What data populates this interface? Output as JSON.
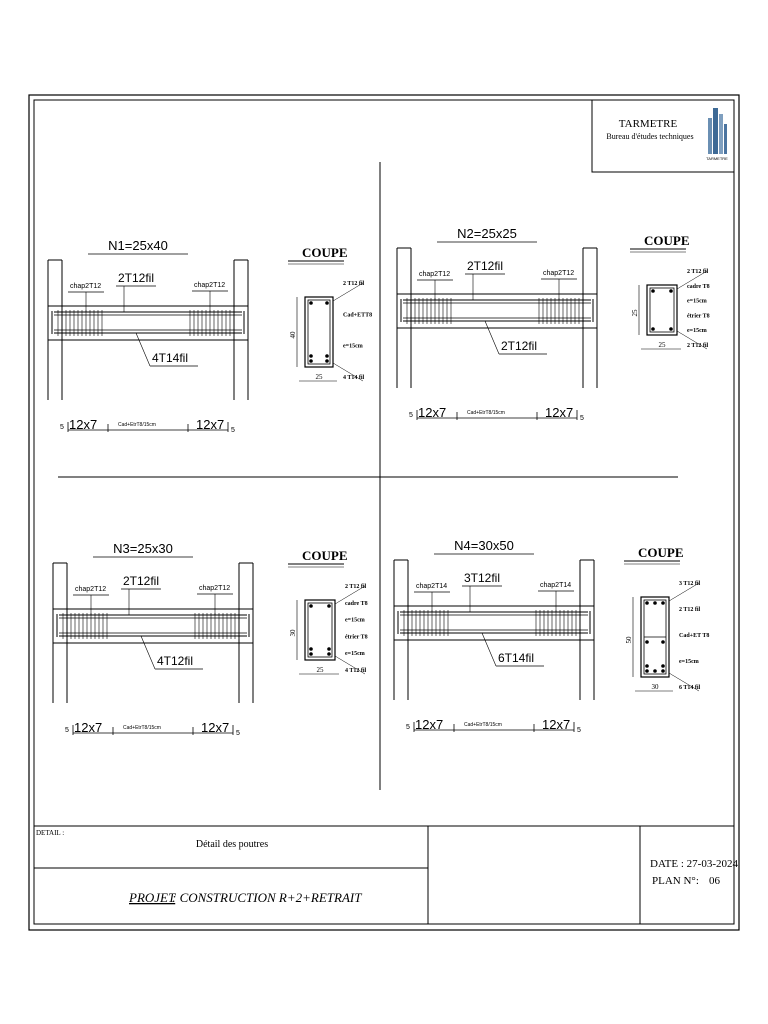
{
  "header": {
    "company": "TARMETRE",
    "subtitle": "Bureau d'études techniques",
    "logo_text": "TARMETRE"
  },
  "beams": [
    {
      "title": "N1=25x40",
      "top_bars": "2T12fil",
      "bottom_bars": "4T14fil",
      "chap_left": "chap2T12",
      "chap_right": "chap2T12",
      "stirrup_left": "12x7",
      "stirrup_right": "12x7",
      "stirrup_mid": "Cad+EtrT8/15cm",
      "edge_left": "5",
      "edge_right": "5",
      "coupe": {
        "title": "COUPE",
        "height": "40",
        "width": "25",
        "labels": [
          "2 T12 fil",
          "Cad+ETT8",
          "e=15cm",
          "4 T14 fil"
        ]
      }
    },
    {
      "title": "N2=25x25",
      "top_bars": "2T12fil",
      "bottom_bars": "2T12fil",
      "chap_left": "chap2T12",
      "chap_right": "chap2T12",
      "stirrup_left": "12x7",
      "stirrup_right": "12x7",
      "stirrup_mid": "Cad+EtrT8/15cm",
      "edge_left": "5",
      "edge_right": "5",
      "coupe": {
        "title": "COUPE",
        "height": "25",
        "width": "25",
        "labels": [
          "2 T12 fil",
          "cadre T8",
          "e=15cm",
          "étrier T8",
          "e=15cm",
          "2 T12 fil"
        ]
      }
    },
    {
      "title": "N3=25x30",
      "top_bars": "2T12fil",
      "bottom_bars": "4T12fil",
      "chap_left": "chap2T12",
      "chap_right": "chap2T12",
      "stirrup_left": "12x7",
      "stirrup_right": "12x7",
      "stirrup_mid": "Cad+EtrT8/15cm",
      "edge_left": "5",
      "edge_right": "5",
      "coupe": {
        "title": "COUPE",
        "height": "30",
        "width": "25",
        "labels": [
          "2 T12 fil",
          "cadre T8",
          "e=15cm",
          "étrier T8",
          "e=15cm",
          "4 T12 fil"
        ]
      }
    },
    {
      "title": "N4=30x50",
      "top_bars": "3T12fil",
      "bottom_bars": "6T14fil",
      "chap_left": "chap2T14",
      "chap_right": "chap2T14",
      "stirrup_left": "12x7",
      "stirrup_right": "12x7",
      "stirrup_mid": "Cad+EtrT8/15cm",
      "edge_left": "5",
      "edge_right": "5",
      "coupe": {
        "title": "COUPE",
        "height": "50",
        "width": "30",
        "labels": [
          "3 T12 fil",
          "2 T12 fil",
          "Cad+ET T8",
          "e=15cm",
          "6 T14 fil"
        ]
      }
    }
  ],
  "footer": {
    "detail_label": "DETAIL :",
    "detail_value": "Détail des poutres",
    "projet_label": "PROJET",
    "projet_value": ": CONSTRUCTION R+2+RETRAIT",
    "date_label": "DATE : 27-03-2024",
    "plan_label": "PLAN N°:",
    "plan_value": "06"
  }
}
